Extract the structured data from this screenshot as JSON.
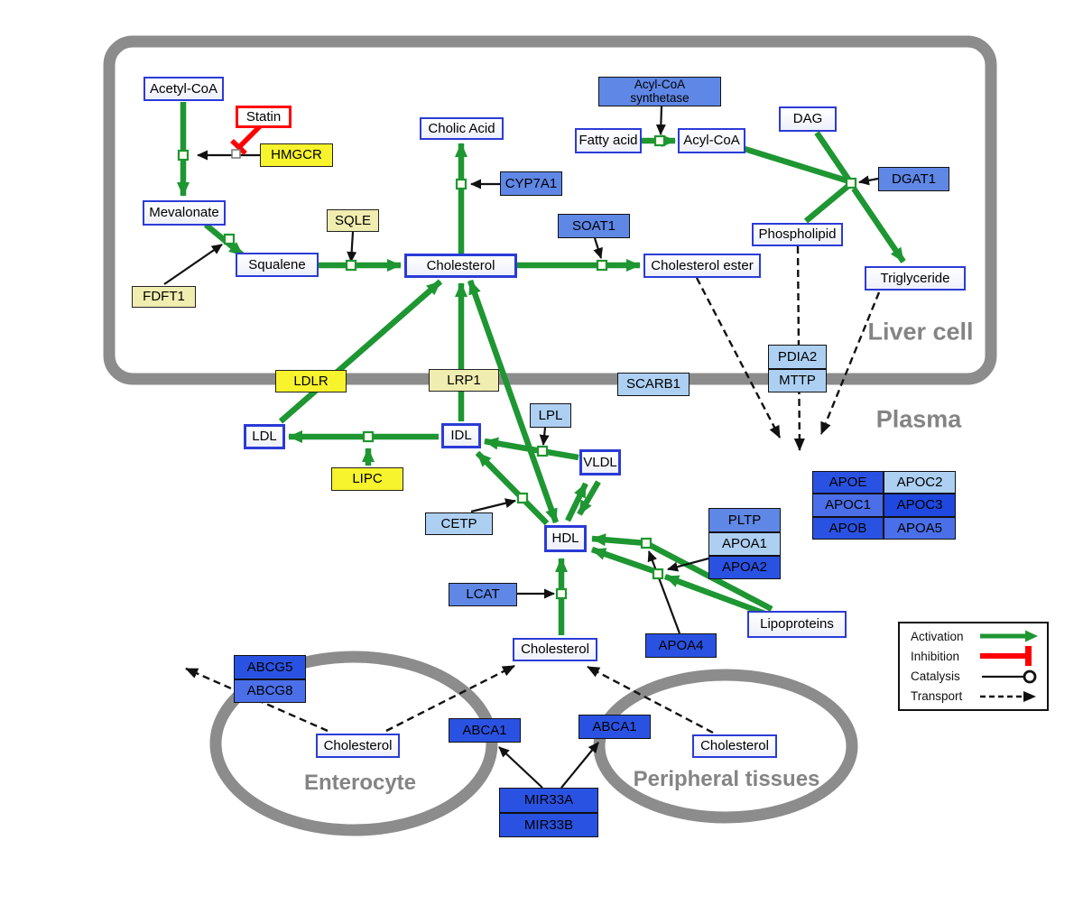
{
  "regions": {
    "liver_cell": "Liver cell",
    "plasma": "Plasma",
    "enterocyte": "Enterocyte",
    "peripheral_tissues": "Peripheral tissues"
  },
  "nodes": {
    "acetyl_coa": {
      "label": "Acetyl-CoA"
    },
    "statin": {
      "label": "Statin"
    },
    "hmgcr": {
      "label": "HMGCR"
    },
    "mevalonate": {
      "label": "Mevalonate"
    },
    "fdft1": {
      "label": "FDFT1"
    },
    "squalene": {
      "label": "Squalene"
    },
    "sqle": {
      "label": "SQLE"
    },
    "cholic_acid": {
      "label": "Cholic Acid"
    },
    "cyp7a1": {
      "label": "CYP7A1"
    },
    "cholesterol_liver": {
      "label": "Cholesterol"
    },
    "soat1": {
      "label": "SOAT1"
    },
    "cholesterol_ester": {
      "label": "Cholesterol ester"
    },
    "acyl_coa_synthetase": {
      "label": "Acyl-CoA synthetase"
    },
    "fatty_acid": {
      "label": "Fatty acid"
    },
    "acyl_coa": {
      "label": "Acyl-CoA"
    },
    "dag": {
      "label": "DAG"
    },
    "dgat1": {
      "label": "DGAT1"
    },
    "phospholipid": {
      "label": "Phospholipid"
    },
    "triglyceride": {
      "label": "Triglyceride"
    },
    "pdia2": {
      "label": "PDIA2"
    },
    "mttp": {
      "label": "MTTP"
    },
    "ldlr": {
      "label": "LDLR"
    },
    "lrp1": {
      "label": "LRP1"
    },
    "scarb1": {
      "label": "SCARB1"
    },
    "ldl": {
      "label": "LDL"
    },
    "idl": {
      "label": "IDL"
    },
    "lpl": {
      "label": "LPL"
    },
    "vldl": {
      "label": "VLDL"
    },
    "lipc": {
      "label": "LIPC"
    },
    "cetp": {
      "label": "CETP"
    },
    "hdl": {
      "label": "HDL"
    },
    "pltp": {
      "label": "PLTP"
    },
    "apoa1": {
      "label": "APOA1"
    },
    "apoa2": {
      "label": "APOA2"
    },
    "apoe": {
      "label": "APOE"
    },
    "apoc2": {
      "label": "APOC2"
    },
    "apoc1": {
      "label": "APOC1"
    },
    "apoc3": {
      "label": "APOC3"
    },
    "apob": {
      "label": "APOB"
    },
    "apoa5": {
      "label": "APOA5"
    },
    "lcat": {
      "label": "LCAT"
    },
    "apoa4": {
      "label": "APOA4"
    },
    "lipoproteins": {
      "label": "Lipoproteins"
    },
    "cholesterol_plasma": {
      "label": "Cholesterol"
    },
    "abcg5": {
      "label": "ABCG5"
    },
    "abcg8": {
      "label": "ABCG8"
    },
    "cholesterol_enterocyte": {
      "label": "Cholesterol"
    },
    "abca1_enterocyte": {
      "label": "ABCA1"
    },
    "abca1_peripheral": {
      "label": "ABCA1"
    },
    "cholesterol_peripheral": {
      "label": "Cholesterol"
    },
    "mir33a": {
      "label": "MIR33A"
    },
    "mir33b": {
      "label": "MIR33B"
    }
  },
  "legend": {
    "items": {
      "activation": "Activation",
      "inhibition": "Inhibition",
      "catalysis": "Catalysis",
      "transport": "Transport"
    }
  },
  "colors": {
    "activation_green": "#1E9632",
    "inhibition_red": "#FF0000",
    "membrane_gray": "#8C8C8C",
    "metabolite_border_blue": "#2B3BD6",
    "enzyme_yellow": "#F7F32C",
    "enzyme_pale_yellow": "#F0EDB0",
    "enzyme_medium_blue": "#5F87E6",
    "enzyme_light_blue": "#ADD0F2",
    "enzyme_dark_blue": "#2A52E2",
    "enzyme_mid_blue2": "#4A6FE8",
    "enzyme_darker_blue": "#1E48DF",
    "region_label_gray": "#848484"
  }
}
